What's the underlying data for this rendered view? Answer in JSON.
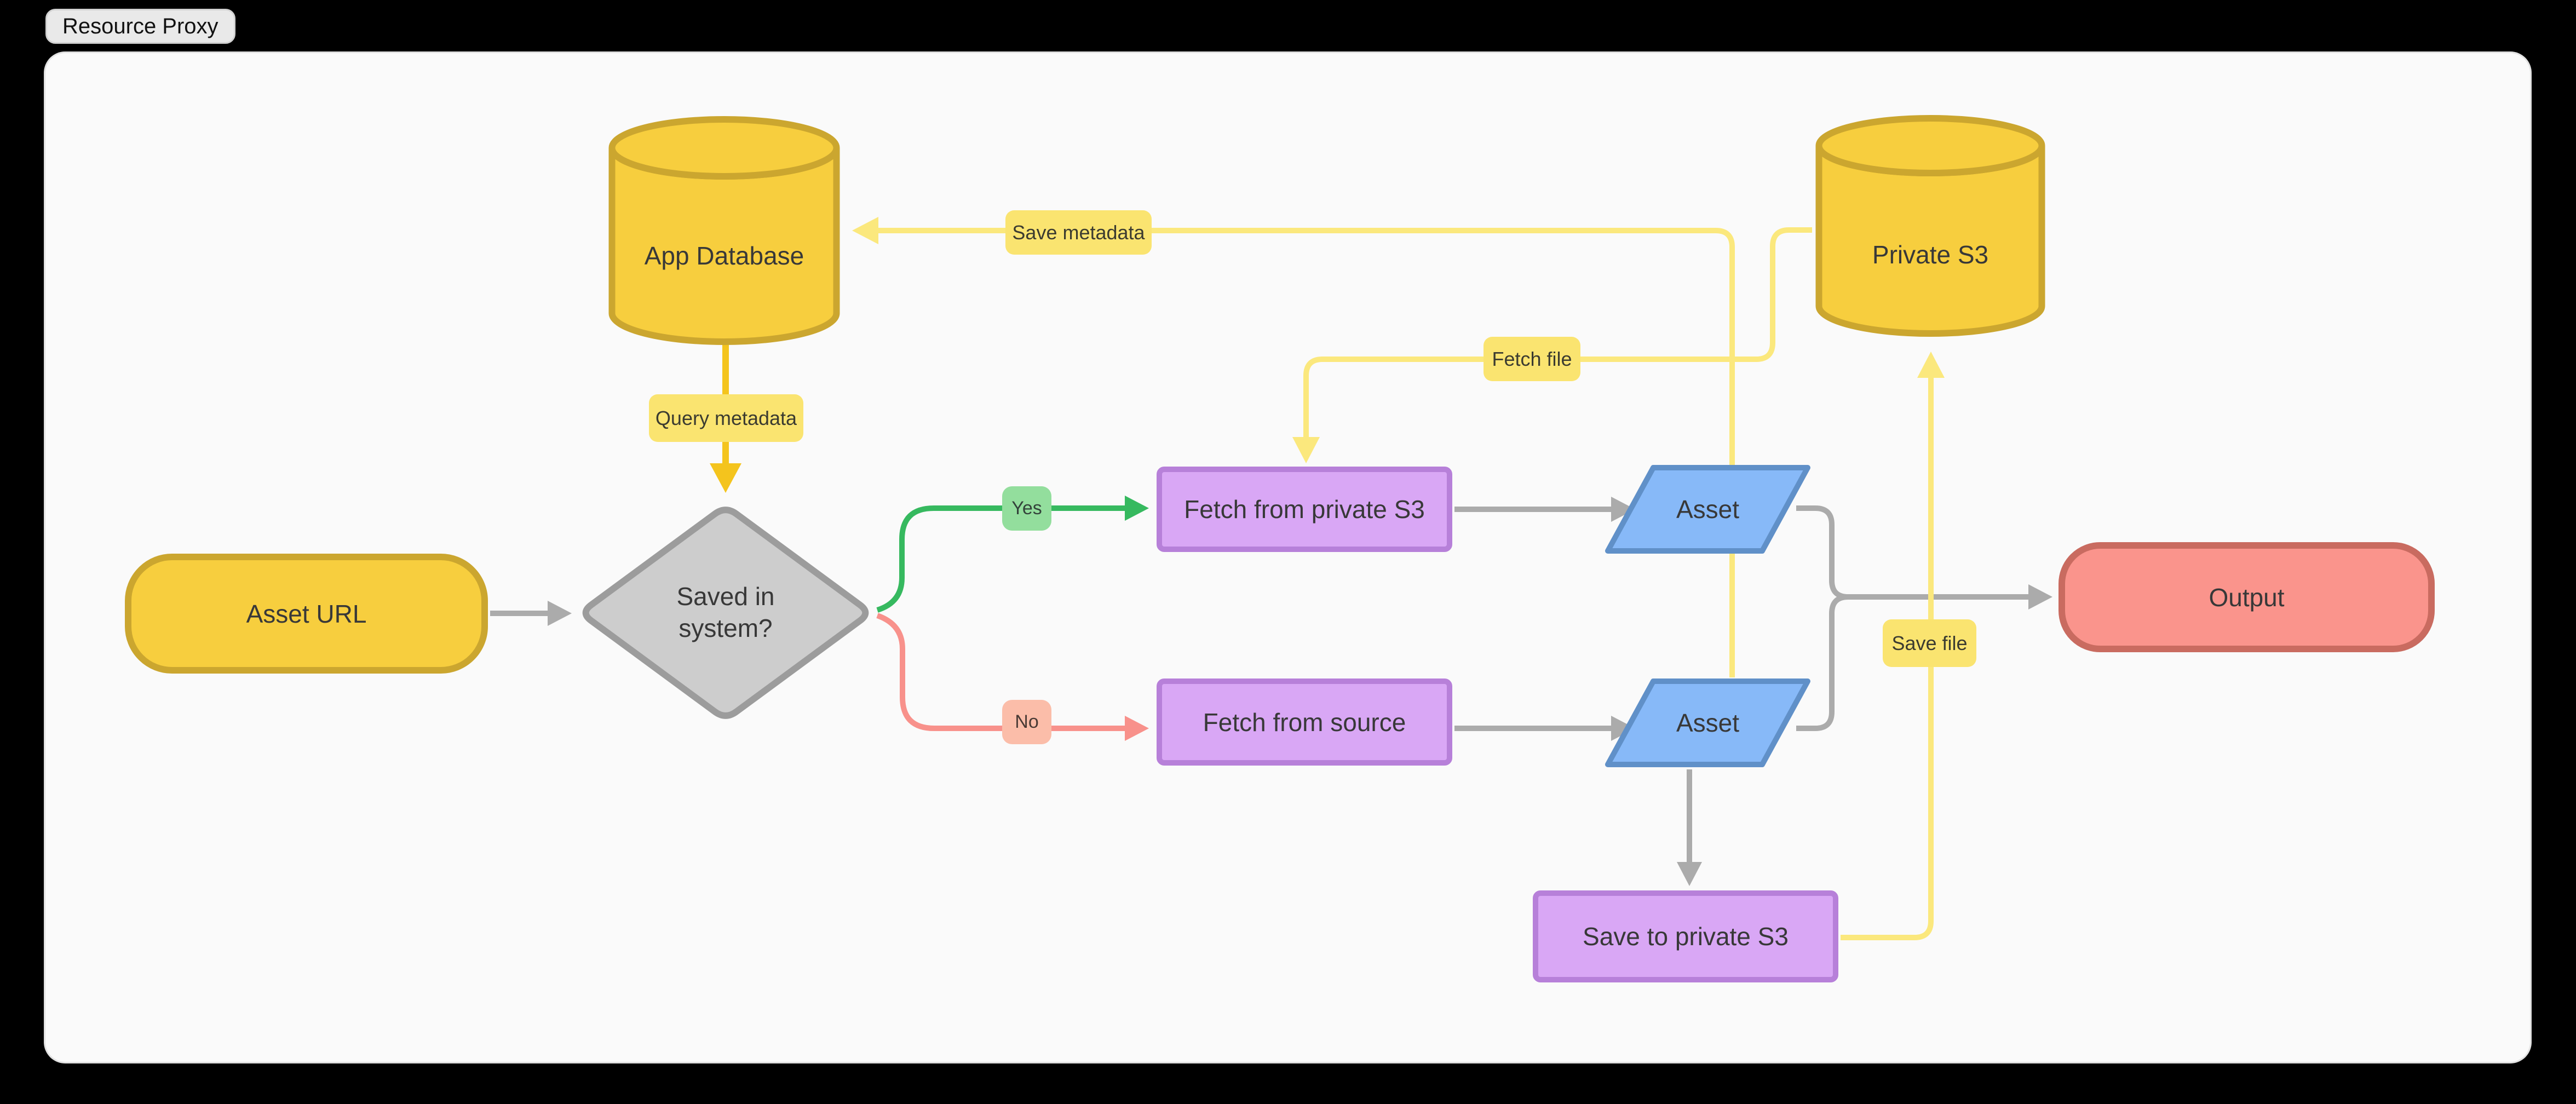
{
  "tab": {
    "label": "Resource Proxy"
  },
  "diagram_title": "Resource Proxy",
  "colors": {
    "canvas_bg": "#fafafa",
    "outer_bg": "#000000",
    "gold_fill": "#f7ce3e",
    "gold_stroke": "#cba62f",
    "gold_arrow": "#f4c41d",
    "pale_yellow_edge": "#fbe87d",
    "label_bg": "#fae470",
    "gray_edge": "#ababab",
    "green_edge": "#36b95f",
    "red_edge": "#f8918b",
    "yes_bg": "#93de9d",
    "no_bg": "#fbbda9",
    "purple_fill": "#d9a7f5",
    "purple_stroke": "#b780d9",
    "blue_fill": "#87b9f8",
    "blue_stroke": "#6090c8",
    "diamond_fill": "#cdcdcd",
    "diamond_stroke": "#9c9c9c",
    "output_fill": "#fa948c",
    "output_stroke": "#c96b60"
  },
  "nodes": {
    "app_database": {
      "label": "App Database",
      "type": "cylinder"
    },
    "private_s3": {
      "label": "Private S3",
      "type": "cylinder"
    },
    "asset_url": {
      "label": "Asset URL",
      "type": "terminal"
    },
    "saved_in_system": {
      "label": "Saved in system?",
      "type": "decision"
    },
    "fetch_from_private_s3": {
      "label": "Fetch from private S3",
      "type": "process"
    },
    "fetch_from_source": {
      "label": "Fetch from source",
      "type": "process"
    },
    "asset_top": {
      "label": "Asset",
      "type": "data"
    },
    "asset_bottom": {
      "label": "Asset",
      "type": "data"
    },
    "save_to_private_s3": {
      "label": "Save to private S3",
      "type": "process"
    },
    "output": {
      "label": "Output",
      "type": "terminal"
    }
  },
  "edge_labels": {
    "query_metadata": "Query metadata",
    "save_metadata": "Save metadata",
    "fetch_file": "Fetch file",
    "save_file": "Save file",
    "yes": "Yes",
    "no": "No"
  }
}
